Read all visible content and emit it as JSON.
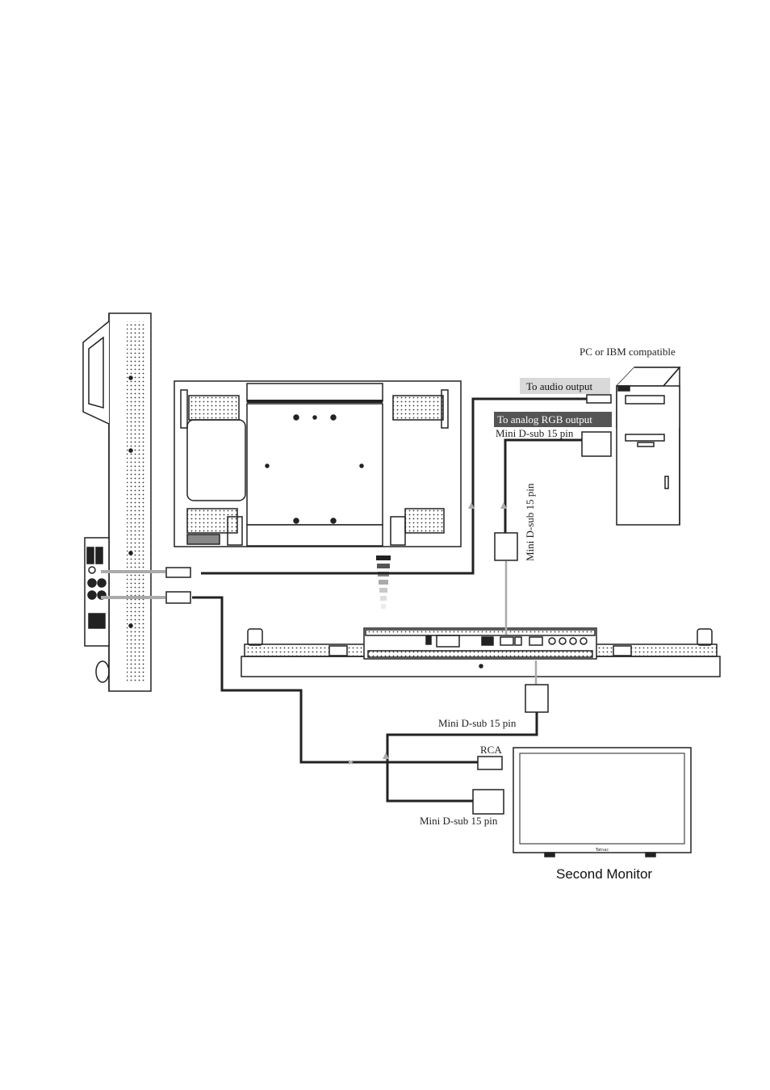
{
  "labels": {
    "pc": "PC or IBM compatible",
    "audio_out": "To audio output",
    "rgb_out": "To analog RGB output",
    "dsub_pc": "Mini D-sub 15 pin",
    "dsub_vertical": "Mini D-sub 15 pin",
    "dsub_out": "Mini D-sub 15 pin",
    "rca": "RCA",
    "dsub_monitor": "Mini D-sub 15 pin",
    "second_monitor": "Second Monitor",
    "monitor_brand": "Tatnac"
  },
  "colors": {
    "line": "#222222",
    "grey_box": "#d9d9d9",
    "dark_box": "#555555",
    "light_cable": "#aaaaaa"
  }
}
